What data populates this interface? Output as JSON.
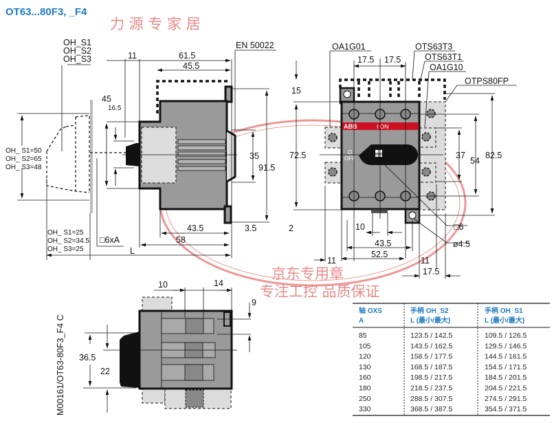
{
  "title": "OT63...80F3, _F4",
  "side_view": {
    "handle_labels": [
      "OH_S1",
      "OH_S2",
      "OH_S3"
    ],
    "handle_heights": [
      "OH_ S1=50",
      "OH_ S2=65",
      "OH_ S3=48"
    ],
    "handle_offsets": [
      "OH_ S1=25",
      "OH_ S2=34.5",
      "OH_ S3=25"
    ],
    "standard": "EN 50022",
    "dims": {
      "d11": "11",
      "d61_5": "61.5",
      "d45_5": "45.5",
      "d45": "45",
      "d16_5": "16.5",
      "d35": "35",
      "d91_5": "91.5",
      "d43_5": "43.5",
      "d3_5": "3.5",
      "d58": "58",
      "L": "L",
      "shaft": "□6xA"
    }
  },
  "front_view": {
    "accessories": [
      "OA1G01",
      "OTS63T3",
      "OTS63T1",
      "OA1G10",
      "OTPS80FP"
    ],
    "brand": "ABB",
    "on_label": "I  ON",
    "off_label_o": "O",
    "off_label": "OFF",
    "dims": {
      "d17_5a": "17.5",
      "d17_5b": "17.5",
      "d15": "15",
      "d72_5": "72.5",
      "d37": "37",
      "d54": "54",
      "d82_5": "82.5",
      "d2": "2",
      "d10": "10",
      "d43_5": "43.5",
      "d52_5": "52.5",
      "d11a": "11",
      "d11b": "11",
      "d17_5c": "17.5",
      "sq6": "□6",
      "hole": "ø4.5"
    }
  },
  "top_view": {
    "dims": {
      "d10": "10",
      "d14": "14",
      "d9": "9",
      "d36_5": "36.5",
      "d22": "22"
    },
    "drawing_id": "M00161/OT63-80F3_F4  C"
  },
  "stamp": {
    "lines": [
      "力 源 专 家 居",
      "京东专用章",
      "专注工控  品质保证"
    ]
  },
  "table": {
    "headers": [
      {
        "line1": "轴 OXS",
        "line2": "A"
      },
      {
        "line1": "手柄 OH_S2",
        "line2": "L (最小/最大)"
      },
      {
        "line1": "手柄 OH_S1",
        "line2": "L (最小/最大)"
      }
    ],
    "rows": [
      [
        "85",
        "123.5 / 142.5",
        "109.5 / 126.5"
      ],
      [
        "105",
        "143.5 / 162.5",
        "129.5 / 146.5"
      ],
      [
        "120",
        "158.5 / 177.5",
        "144.5 / 161.5"
      ],
      [
        "130",
        "168.5 / 187.5",
        "154.5 / 171.5"
      ],
      [
        "160",
        "198.5 / 217.5",
        "184.5 / 201.5"
      ],
      [
        "180",
        "218.5 / 237.5",
        "204.5 / 221.5"
      ],
      [
        "250",
        "288.5 / 307.5",
        "274.5 / 291.5"
      ],
      [
        "330",
        "368.5 / 387.5",
        "354.5 / 371.5"
      ]
    ]
  },
  "colors": {
    "title": "#1f7ac0",
    "brand_band": "#cc1122",
    "body": "#9a9a9a",
    "accessory": "#dcdcdc",
    "stamp": "#e04040"
  }
}
